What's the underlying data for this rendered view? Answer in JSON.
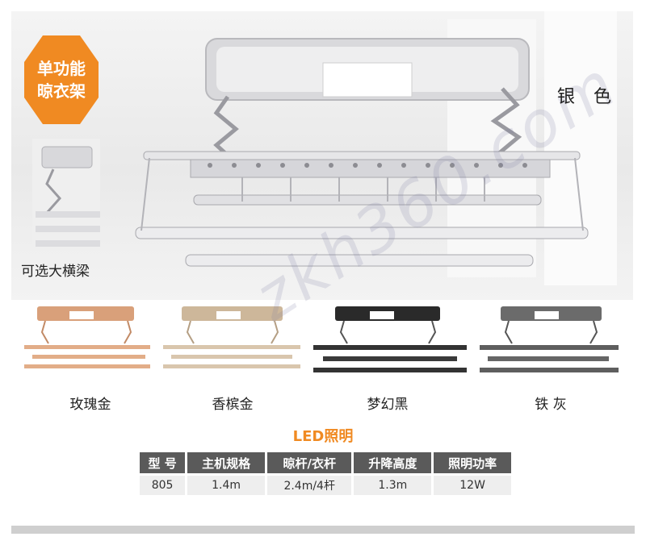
{
  "badge": {
    "line1": "单功能",
    "line2": "晾衣架"
  },
  "main_color": {
    "label": "银 色"
  },
  "option": {
    "label": "可选大横梁"
  },
  "variants": [
    {
      "label": "玫瑰金",
      "color": "#d9a07a"
    },
    {
      "label": "香槟金",
      "color": "#cdb79a"
    },
    {
      "label": "梦幻黑",
      "color": "#2a2a2a"
    },
    {
      "label": "铁 灰",
      "color": "#6b6b6b"
    }
  ],
  "watermark": "zkh360.com",
  "specs": {
    "title": "LED照明",
    "headers": [
      "型 号",
      "主机规格",
      "晾杆/衣杆",
      "升降高度",
      "照明功率"
    ],
    "rows": [
      [
        "805",
        "1.4m",
        "2.4m/4杆",
        "1.3m",
        "12W"
      ]
    ]
  },
  "colors": {
    "accent": "#f08a22",
    "header_bg": "#5a5a5a",
    "cell_bg": "#eeeeee"
  }
}
